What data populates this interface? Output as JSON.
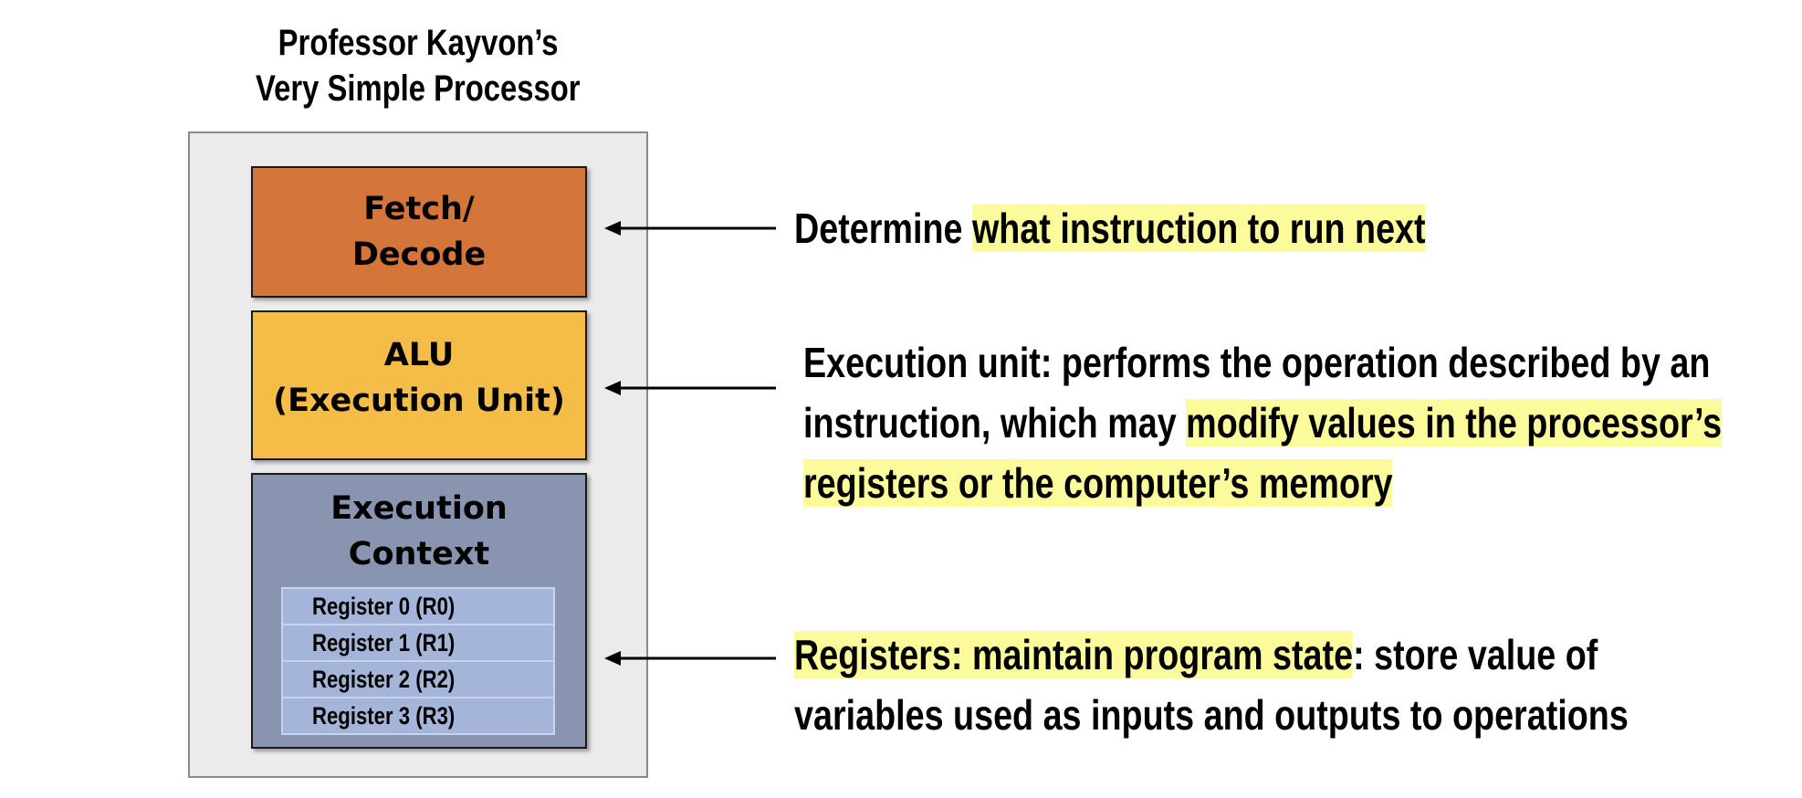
{
  "title": {
    "line1": "Professor Kayvon’s",
    "line2": "Very Simple Processor"
  },
  "blocks": {
    "fetch_decode": {
      "line1": "Fetch/",
      "line2": "Decode"
    },
    "alu": {
      "line1": "ALU",
      "line2": "(Execution Unit)"
    },
    "execution_context": {
      "line1": "Execution",
      "line2": "Context",
      "registers": [
        "Register 0  (R0)",
        "Register 1  (R1)",
        "Register 2  (R2)",
        "Register 3  (R3)"
      ]
    }
  },
  "annotations": {
    "fetch": {
      "plain": "Determine ",
      "highlight": "what instruction to run next"
    },
    "alu": {
      "line1": "Execution unit: performs the operation described by an",
      "line2_plain": "instruction, which may ",
      "line2_highlight": "modify values in the processor’s",
      "line3_highlight": "registers or the computer’s memory"
    },
    "registers": {
      "line1_highlight": "Registers: maintain program state",
      "line1_plain": ": store value of",
      "line2": "variables used as inputs and outputs to operations"
    }
  },
  "colors": {
    "fetch_decode": "#d4753a",
    "alu": "#f4bd47",
    "execution_context": "#8995b0",
    "register": "#a5b5d9",
    "highlight": "#fbfb9c",
    "processor_bg": "#ebebeb"
  }
}
